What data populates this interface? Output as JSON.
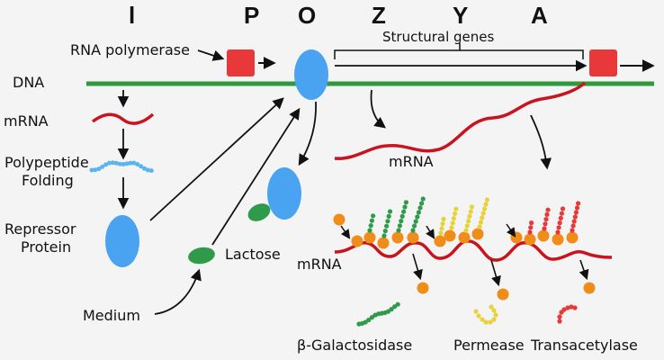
{
  "genes": {
    "i": "l",
    "p": "P",
    "o": "O",
    "z": "Z",
    "y": "Y",
    "a": "A"
  },
  "labels": {
    "rna_polymerase": "RNA polymerase",
    "structural_genes": "Structural genes",
    "dna": "DNA",
    "mrna_left": "mRNA",
    "polypeptide_line1": "Polypeptide",
    "polypeptide_line2": "Folding",
    "repressor_line1": "Repressor",
    "repressor_line2": "Protein",
    "lactose": "Lactose",
    "medium": "Medium",
    "mrna_right": "mRNA",
    "mrna_bottom": "mRNA",
    "enzyme_z": "β-Galactosidase",
    "enzyme_y": "Permease",
    "enzyme_a": "Transacetylase"
  },
  "colors": {
    "dna": "#2e9a3c",
    "mrna": "#c8141e",
    "polymerase": "#e8383a",
    "repressor": "#4aa3f0",
    "lactose": "#2e9a4a",
    "ribosome": "#f08c1a",
    "chain_z": "#2e9a4a",
    "chain_y": "#e8d23a",
    "chain_a": "#e8383a",
    "polypeptide": "#5ab4ee",
    "arrow": "#111111"
  }
}
